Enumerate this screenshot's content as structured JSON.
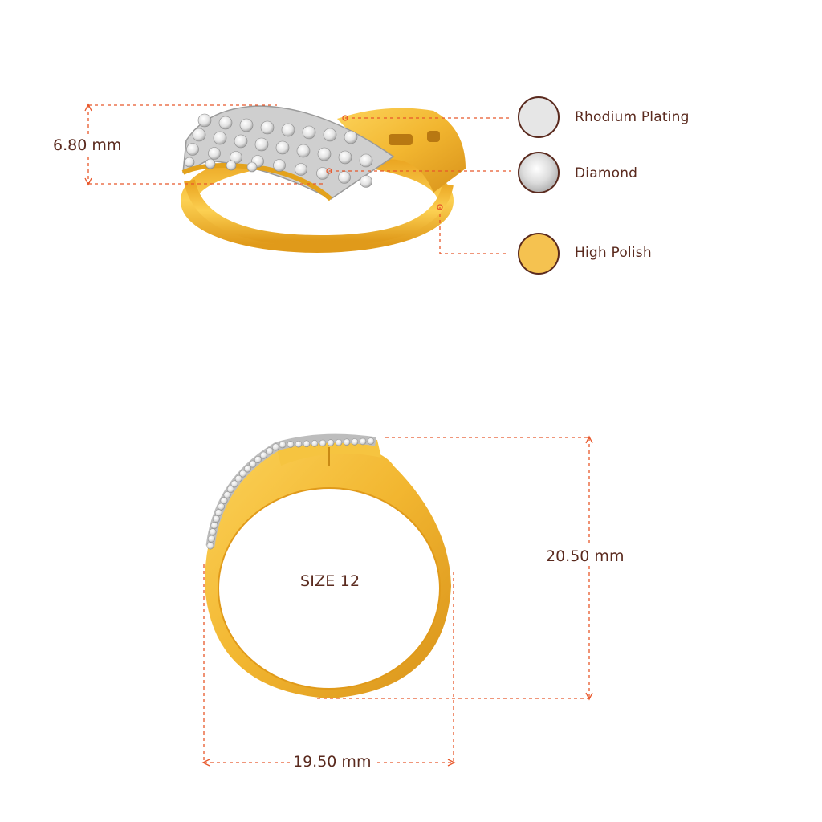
{
  "colors": {
    "accent": "#e8572a",
    "text": "#5a2a1e",
    "gold": "#f2b630",
    "gold_dark": "#d8921a",
    "rhodium": "#e6e6e6"
  },
  "dimensions": {
    "height_top": "6.80 mm",
    "height_front": "20.50 mm",
    "width_front": "19.50 mm"
  },
  "size_label": "SIZE 12",
  "legend": [
    {
      "label": "Rhodium Plating",
      "icon": "rhodium-swatch-icon"
    },
    {
      "label": "Diamond",
      "icon": "diamond-swatch-icon"
    },
    {
      "label": "High Polish",
      "icon": "gold-swatch-icon"
    }
  ]
}
